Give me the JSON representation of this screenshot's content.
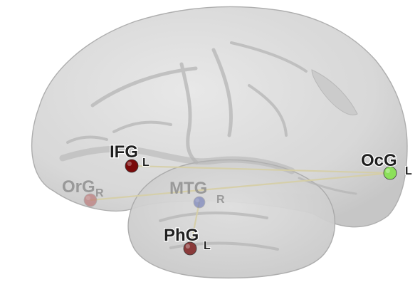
{
  "diagram": {
    "colors": {
      "brain_fill": "#d9d9d9",
      "brain_edge": "#a9a9a9",
      "edge_line": "#d6cfa6",
      "label_front": "#1f1f1f",
      "label_back": "#8f8f8f"
    },
    "nodes": [
      {
        "id": "IFG",
        "name": "IFG",
        "hemisphere": "L",
        "color": "#7a0a0a",
        "depth": "front"
      },
      {
        "id": "OcG",
        "name": "OcG",
        "hemisphere": "L",
        "color": "#8ce05a",
        "depth": "front"
      },
      {
        "id": "OrG",
        "name": "OrG",
        "hemisphere": "R",
        "color": "#b86a6a",
        "depth": "back"
      },
      {
        "id": "MTG",
        "name": "MTG",
        "hemisphere": "R",
        "color": "#6874b4",
        "depth": "back"
      },
      {
        "id": "PhG",
        "name": "PhG",
        "hemisphere": "L",
        "color": "#8a3a3a",
        "depth": "front"
      }
    ],
    "edges": [
      {
        "from": "IFG",
        "to": "OcG"
      },
      {
        "from": "OrG",
        "to": "OcG"
      },
      {
        "from": "MTG",
        "to": "PhG"
      }
    ]
  }
}
